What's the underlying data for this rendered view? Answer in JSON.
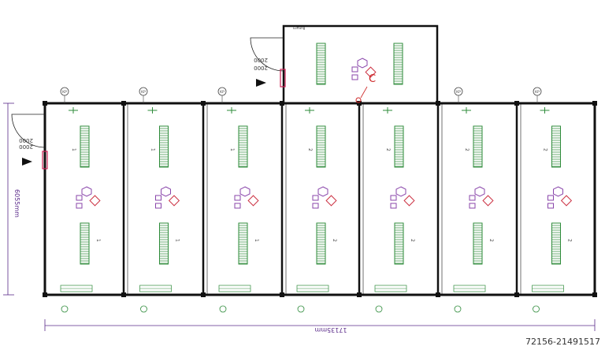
{
  "labels": {
    "kp": "KP",
    "room_label_c": "C",
    "module_codes": [
      "1",
      "1",
      "1",
      "2",
      "2",
      "2",
      "2"
    ],
    "door_width_top": "2000",
    "door_height_top": "2000",
    "door_width_left": "2000",
    "door_height_left": "2000",
    "top_module_tag": "Lüftung"
  },
  "dimensions": {
    "width_label": "17135mm",
    "height_label": "6055mm"
  },
  "watermark": "72156-21491517",
  "colors": {
    "wall": "#111111",
    "light_fixture": "#2e8b3a",
    "socket": "#cc2255",
    "switch": "#8844aa",
    "detector": "#cc3344",
    "dimension": "#5a2a8a",
    "grid": "#4a7a4a"
  }
}
